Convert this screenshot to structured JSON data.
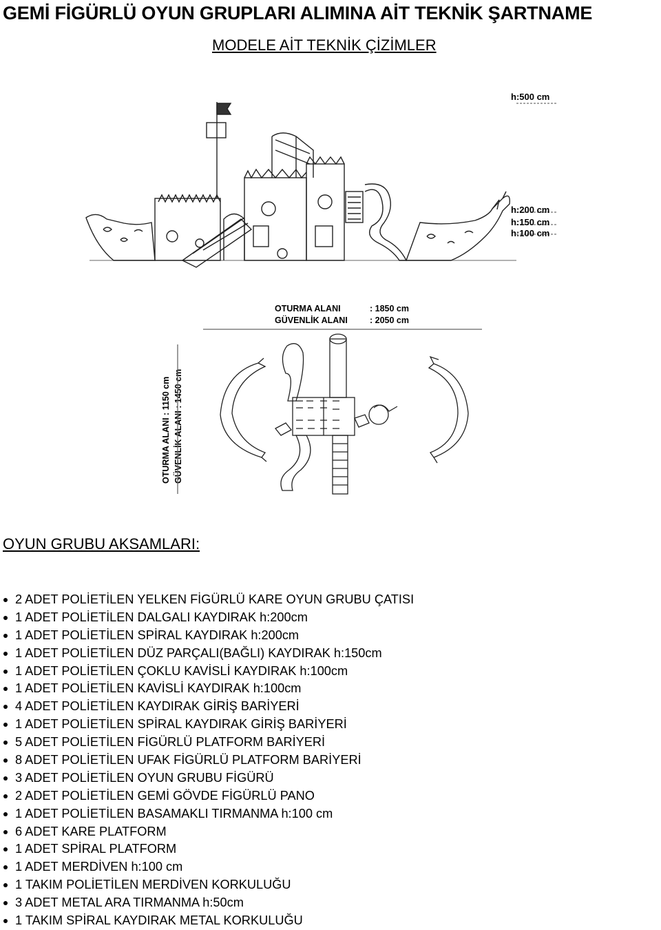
{
  "document": {
    "title": "GEMİ FİGÜRLÜ OYUN GRUPLARI ALIMINA AİT TEKNİK ŞARTNAME",
    "subtitle": "MODELE AİT TEKNİK ÇİZİMLER"
  },
  "elevation_drawing": {
    "heights": [
      "h:500 cm",
      "h:200 cm",
      "h:150 cm",
      "h:100 cm"
    ]
  },
  "plan_drawing": {
    "sitting_area_label": "OTURMA ALANI",
    "sitting_area_value": ": 1850 cm",
    "safety_area_label": "GÜVENLİK ALANI",
    "safety_area_value": ": 2050 cm",
    "vertical_sitting": "OTURMA ALANI   : 1150 cm",
    "vertical_safety": "GÜVENLİK ALANI : 1450 cm"
  },
  "section_title": "OYUN GRUBU AKSAMLARI:",
  "items": [
    "2 ADET POLİETİLEN YELKEN FİGÜRLÜ KARE OYUN GRUBU ÇATISI",
    "1 ADET POLİETİLEN DALGALI KAYDIRAK h:200cm",
    "1 ADET POLİETİLEN SPİRAL KAYDIRAK h:200cm",
    "1 ADET POLİETİLEN DÜZ PARÇALI(BAĞLI) KAYDIRAK h:150cm",
    "1 ADET POLİETİLEN ÇOKLU KAVİSLİ KAYDIRAK h:100cm",
    "1 ADET POLİETİLEN KAVİSLİ KAYDIRAK h:100cm",
    "4 ADET POLİETİLEN KAYDIRAK GİRİŞ BARİYERİ",
    "1 ADET POLİETİLEN SPİRAL KAYDIRAK GİRİŞ BARİYERİ",
    "5 ADET POLİETİLEN FİGÜRLÜ PLATFORM BARİYERİ",
    "8 ADET POLİETİLEN UFAK FİGÜRLÜ PLATFORM BARİYERİ",
    "3 ADET POLİETİLEN OYUN GRUBU FİGÜRÜ",
    "2 ADET POLİETİLEN GEMİ GÖVDE FİGÜRLÜ PANO",
    "1 ADET POLİETİLEN BASAMAKLI TIRMANMA h:100 cm",
    "6 ADET KARE PLATFORM",
    "1 ADET SPİRAL PLATFORM",
    "1 ADET MERDİVEN h:100 cm",
    "1 TAKIM POLİETİLEN MERDİVEN KORKULUĞU",
    "3 ADET METAL ARA TIRMANMA h:50cm",
    "1 TAKIM SPİRAL KAYDIRAK METAL KORKULUĞU"
  ]
}
